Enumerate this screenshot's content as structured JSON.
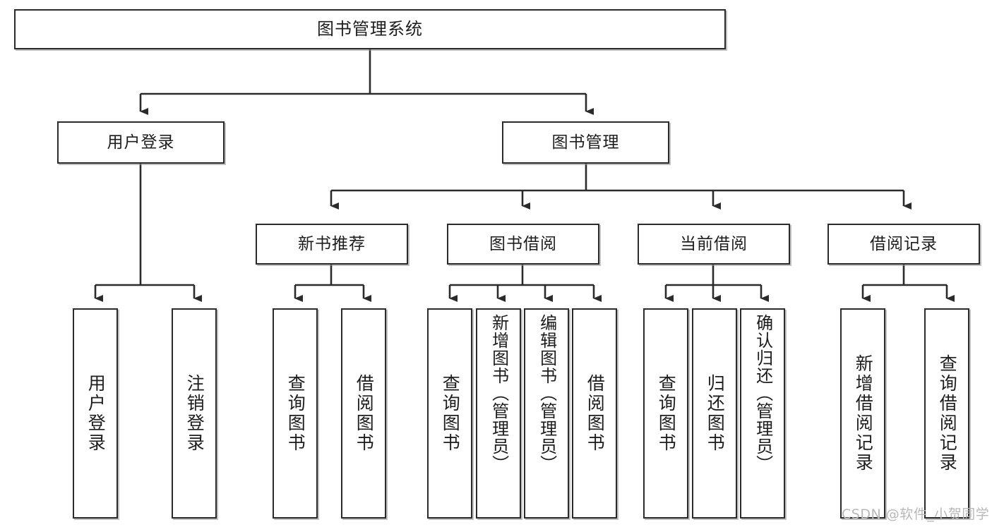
{
  "diagram": {
    "title": "图书管理系统",
    "type": "tree",
    "watermark": "CSDN @软件_小贺同学",
    "colors": {
      "box_border": "#2b2b2b",
      "box_fill": "#ffffff",
      "edge": "#2b2b2b",
      "text": "#1d1d1d",
      "watermark": "#b8b8b8",
      "background": "#ffffff"
    },
    "nodes": {
      "root": {
        "label": "图书管理系统"
      },
      "level2": [
        {
          "id": "user_login",
          "label": "用户登录"
        },
        {
          "id": "book_manage",
          "label": "图书管理"
        }
      ],
      "level3": [
        {
          "id": "new_book_rec",
          "label": "新书推荐"
        },
        {
          "id": "book_borrow",
          "label": "图书借阅"
        },
        {
          "id": "current_borrow",
          "label": "当前借阅"
        },
        {
          "id": "borrow_record",
          "label": "借阅记录"
        }
      ],
      "leaves": {
        "user_login": [
          {
            "id": "leaf_user_login",
            "label": "用户登录"
          },
          {
            "id": "leaf_logout",
            "label": "注销登录"
          }
        ],
        "new_book_rec": [
          {
            "id": "leaf_query_book_1",
            "label": "查询图书"
          },
          {
            "id": "leaf_borrow_book_1",
            "label": "借阅图书"
          }
        ],
        "book_borrow": [
          {
            "id": "leaf_query_book_2",
            "label": "查询图书"
          },
          {
            "id": "leaf_add_book",
            "label": "新增图书（管理员）"
          },
          {
            "id": "leaf_edit_book",
            "label": "编辑图书（管理员）"
          },
          {
            "id": "leaf_borrow_book_2",
            "label": "借阅图书"
          }
        ],
        "current_borrow": [
          {
            "id": "leaf_query_book_3",
            "label": "查询图书"
          },
          {
            "id": "leaf_return_book",
            "label": "归还图书"
          },
          {
            "id": "leaf_confirm_return",
            "label": "确认归还（管理员）"
          }
        ],
        "borrow_record": [
          {
            "id": "leaf_add_record",
            "label": "新增借阅记录"
          },
          {
            "id": "leaf_query_record",
            "label": "查询借阅记录"
          }
        ]
      }
    }
  }
}
